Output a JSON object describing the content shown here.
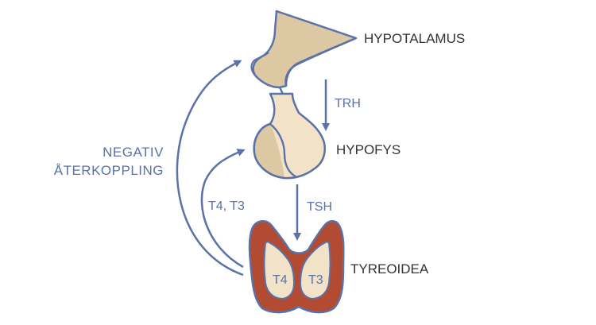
{
  "organs": {
    "hypothalamus": "HYPOTALAMUS",
    "pituitary": "HYPOFYS",
    "thyroid": "TYREOIDEA"
  },
  "hormones": {
    "trh": "TRH",
    "tsh": "TSH",
    "t4_t3": "T4, T3",
    "thyroid_left": "T4",
    "thyroid_right": "T3"
  },
  "feedback": {
    "line1": "NEGATIV",
    "line2": "ÅTERKOPPLING"
  },
  "colors": {
    "outline": "#5a72a8",
    "tissue": "#f1e2c8",
    "tissue_dark": "#dcc9a4",
    "thyroid_outer": "#b34a32",
    "arrow": "#5a72a8",
    "label": "#333333"
  }
}
